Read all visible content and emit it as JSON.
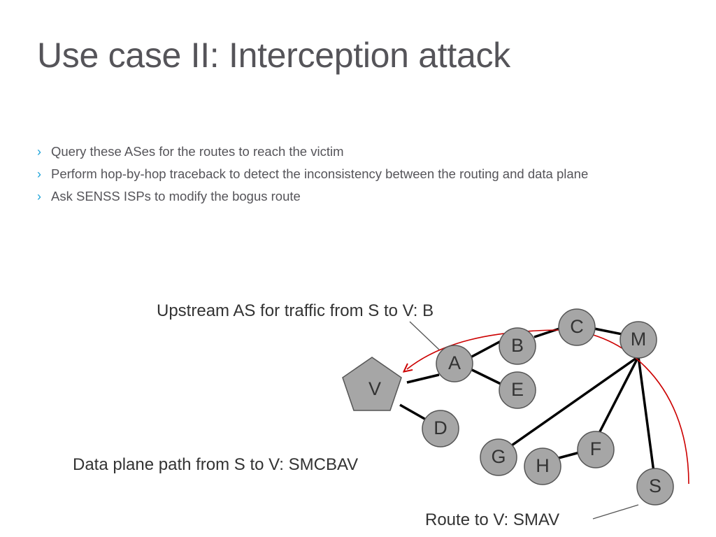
{
  "title": "Use case II: Interception attack",
  "bullets": [
    "Query these ASes for the routes to reach the victim",
    "Perform hop-by-hop traceback to detect the inconsistency between the routing and data plane",
    "Ask SENSS ISPs to modify the bogus route"
  ],
  "diagram": {
    "nodes": [
      "V",
      "A",
      "B",
      "C",
      "M",
      "E",
      "D",
      "G",
      "H",
      "F",
      "S"
    ],
    "edges": [
      [
        "V",
        "A"
      ],
      [
        "A",
        "B"
      ],
      [
        "A",
        "E"
      ],
      [
        "B",
        "C"
      ],
      [
        "C",
        "M"
      ],
      [
        "V",
        "D"
      ],
      [
        "M",
        "G"
      ],
      [
        "M",
        "F"
      ],
      [
        "M",
        "S"
      ],
      [
        "H",
        "F"
      ]
    ],
    "annotations": {
      "upstream": "Upstream AS for traffic from S to V: B",
      "data_plane": "Data plane path from S to V: SMCBAV",
      "route": "Route to V: SMAV"
    },
    "colors": {
      "node_fill": "#a6a6a6",
      "edge": "#000000",
      "path_arrow": "#cc0000"
    }
  }
}
